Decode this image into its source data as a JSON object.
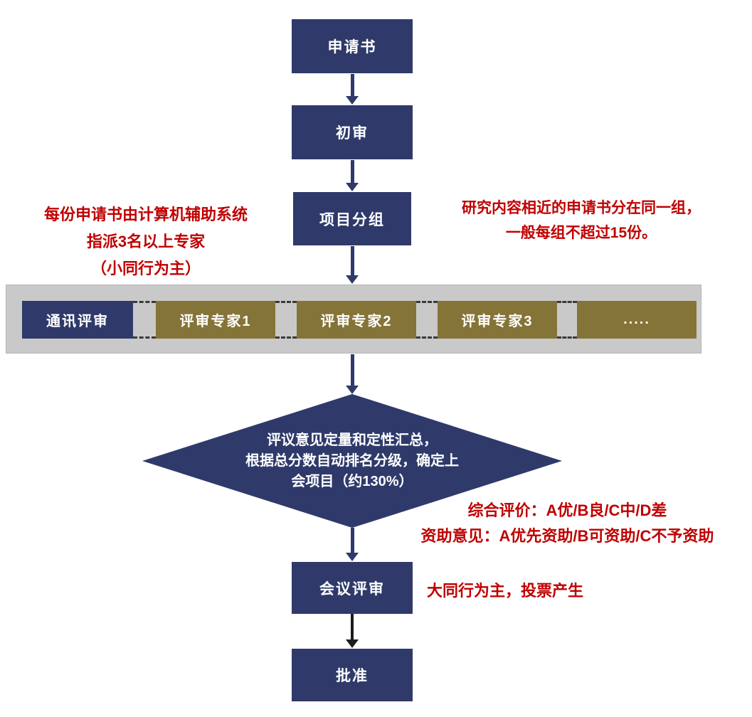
{
  "colors": {
    "navy": "#2f3a6b",
    "olive": "#857438",
    "band_bg": "#c9c9c9",
    "red": "#c00000",
    "arrow_dark": "#1c1c1c"
  },
  "nodes": {
    "application": "申请书",
    "initial_review": "初审",
    "grouping": "项目分组",
    "meeting_review": "会议评审",
    "approval": "批准"
  },
  "band": {
    "review_label": "通讯评审",
    "experts": [
      "评审专家1",
      "评审专家2",
      "评审专家3",
      "....."
    ]
  },
  "diamond": {
    "line1": "评议意见定量和定性汇总，",
    "line2": "根据总分数自动排名分级，确定上",
    "line3": "会项目（约130%）"
  },
  "annotations": {
    "grouping_left": {
      "line1": "每份申请书由计算机辅助系统",
      "line2": "指派3名以上专家",
      "line3": "（小同行为主）"
    },
    "grouping_right": {
      "line1": "研究内容相近的申请书分在同一组，",
      "line2": "一般每组不超过15份。"
    },
    "evaluation": {
      "line1": "综合评价：A优/B良/C中/D差",
      "line2": "资助意见：A优先资助/B可资助/C不予资助"
    },
    "meeting_note": "大同行为主，投票产生"
  }
}
